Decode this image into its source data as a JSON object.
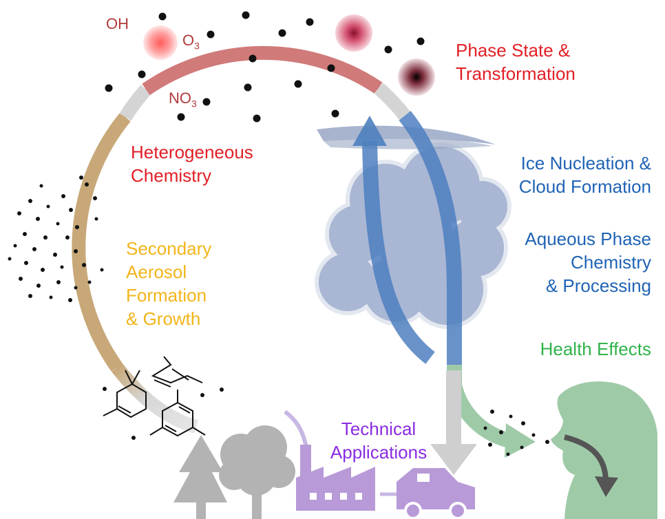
{
  "labels": {
    "phase_state": [
      "Phase State &",
      "Transformation"
    ],
    "heterogeneous": [
      "Heterogeneous",
      "Chemistry"
    ],
    "ice_nucleation": [
      "Ice Nucleation &",
      "Cloud Formation"
    ],
    "aqueous": [
      "Aqueous Phase",
      "Chemistry",
      "& Processing"
    ],
    "secondary": [
      "Secondary",
      "Aerosol",
      "Formation",
      "& Growth"
    ],
    "health": [
      "Health Effects"
    ],
    "technical": [
      "Technical",
      "Applications"
    ]
  },
  "oxidants": {
    "oh": "OH",
    "o3_base": "O",
    "o3_sub": "3",
    "no3_base": "NO",
    "no3_sub": "3"
  },
  "colors": {
    "red_arc": "#d07a7a",
    "gray_arc": "#d4d4d4",
    "tan_arc": "#c8a878",
    "blue_arrow": "#4e7fbf",
    "green_arrow": "#9fcaa8",
    "cloud": "#a9b7d4",
    "gray_icon": "#b3b3b3",
    "purple_icon": "#b89ad8"
  }
}
